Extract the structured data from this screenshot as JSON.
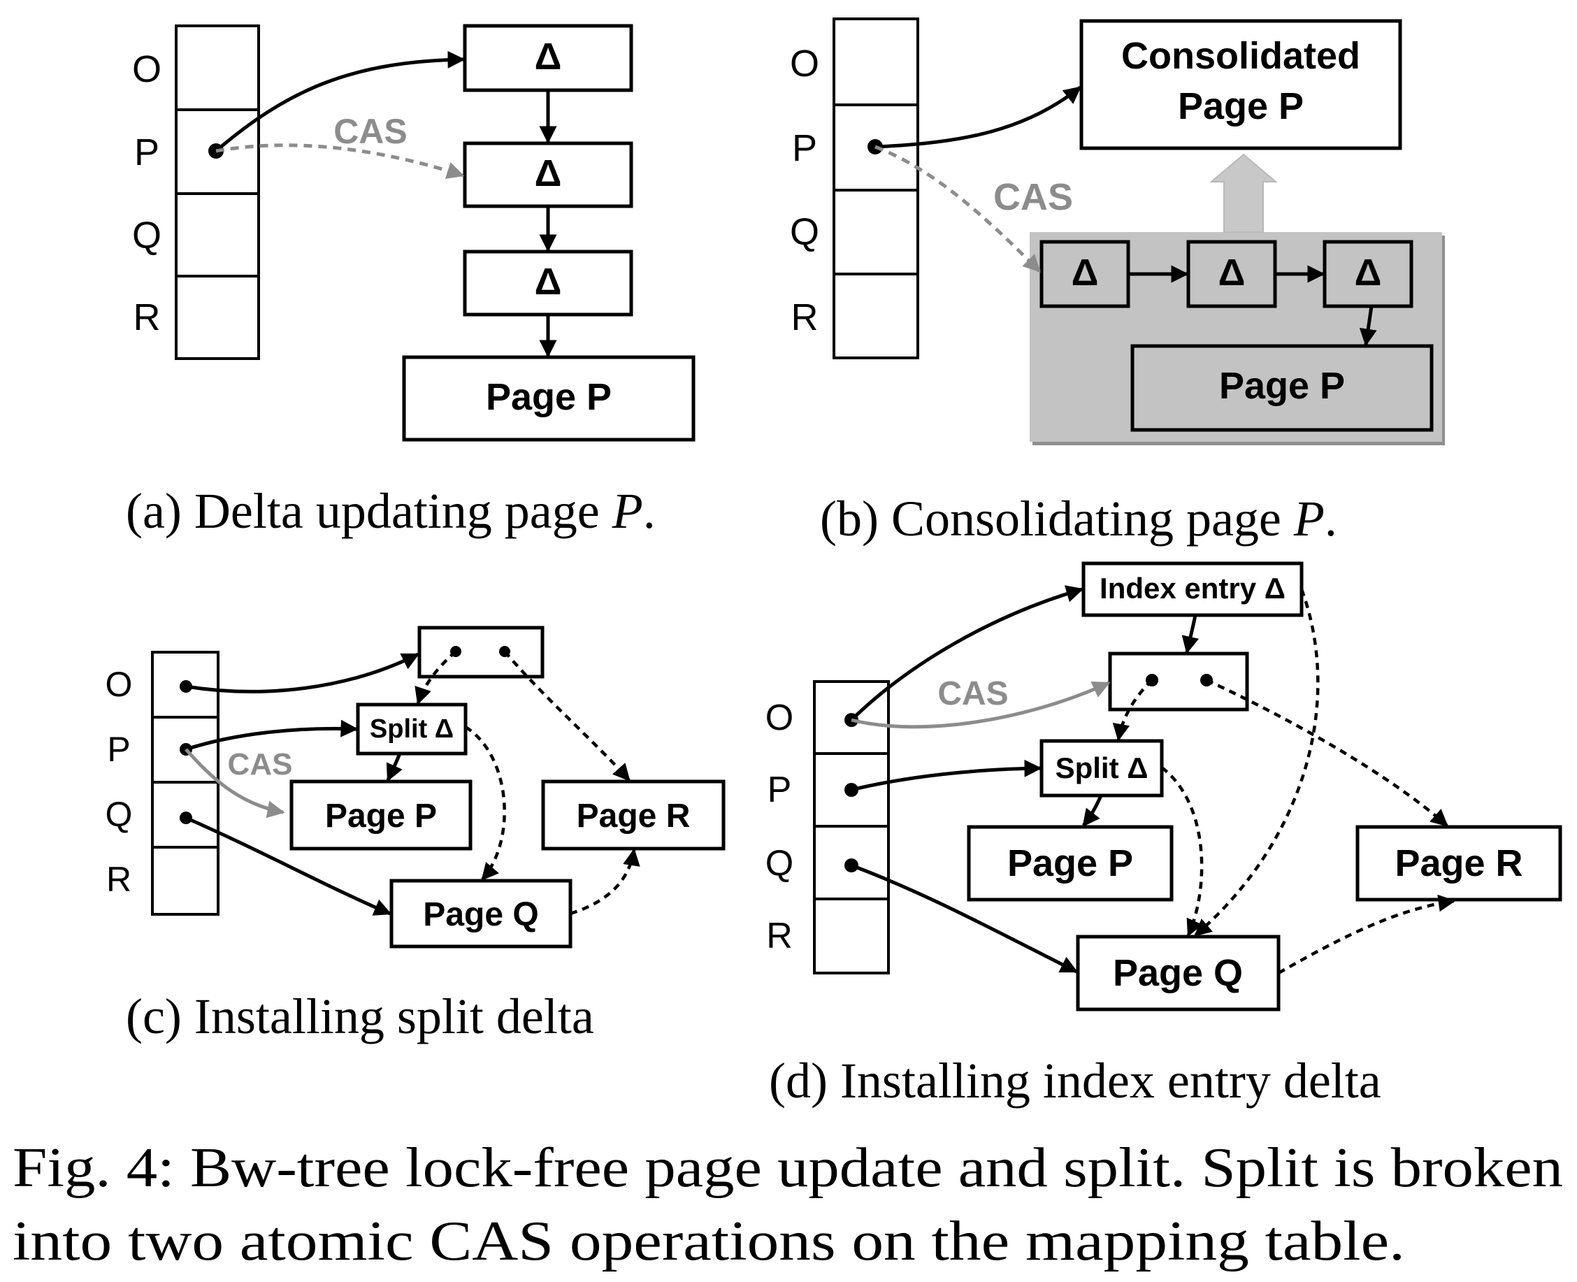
{
  "colors": {
    "ink": "#000000",
    "cas_gray": "#8c8c8c",
    "shade": "#c3c3c3",
    "block_arrow": "#c8c8c8"
  },
  "panel_a": {
    "rows": [
      "O",
      "P",
      "Q",
      "R"
    ],
    "delta": "Δ",
    "cas": "CAS",
    "page": "Page P",
    "caption_prefix": "(a) Delta updating page",
    "caption_var": "P",
    "caption_suffix": "."
  },
  "panel_b": {
    "rows": [
      "O",
      "P",
      "Q",
      "R"
    ],
    "consolidated_line1": "Consolidated",
    "consolidated_line2": "Page P",
    "delta": "Δ",
    "cas": "CAS",
    "page": "Page P",
    "caption_prefix": "(b) Consolidating page",
    "caption_var": "P",
    "caption_suffix": "."
  },
  "panel_c": {
    "rows": [
      "O",
      "P",
      "Q",
      "R"
    ],
    "split": "Split Δ",
    "cas": "CAS",
    "page_p": "Page P",
    "page_q": "Page Q",
    "page_r": "Page R",
    "caption": "(c) Installing split delta"
  },
  "panel_d": {
    "rows": [
      "O",
      "P",
      "Q",
      "R"
    ],
    "index_entry": "Index entry Δ",
    "split": "Split Δ",
    "cas": "CAS",
    "page_p": "Page P",
    "page_q": "Page Q",
    "page_r": "Page R",
    "caption": "(d) Installing index entry delta"
  },
  "figure_caption": {
    "line1": "Fig. 4: Bw-tree lock-free page update and split. Split is broken",
    "line2": "into two atomic CAS operations on the mapping table."
  }
}
